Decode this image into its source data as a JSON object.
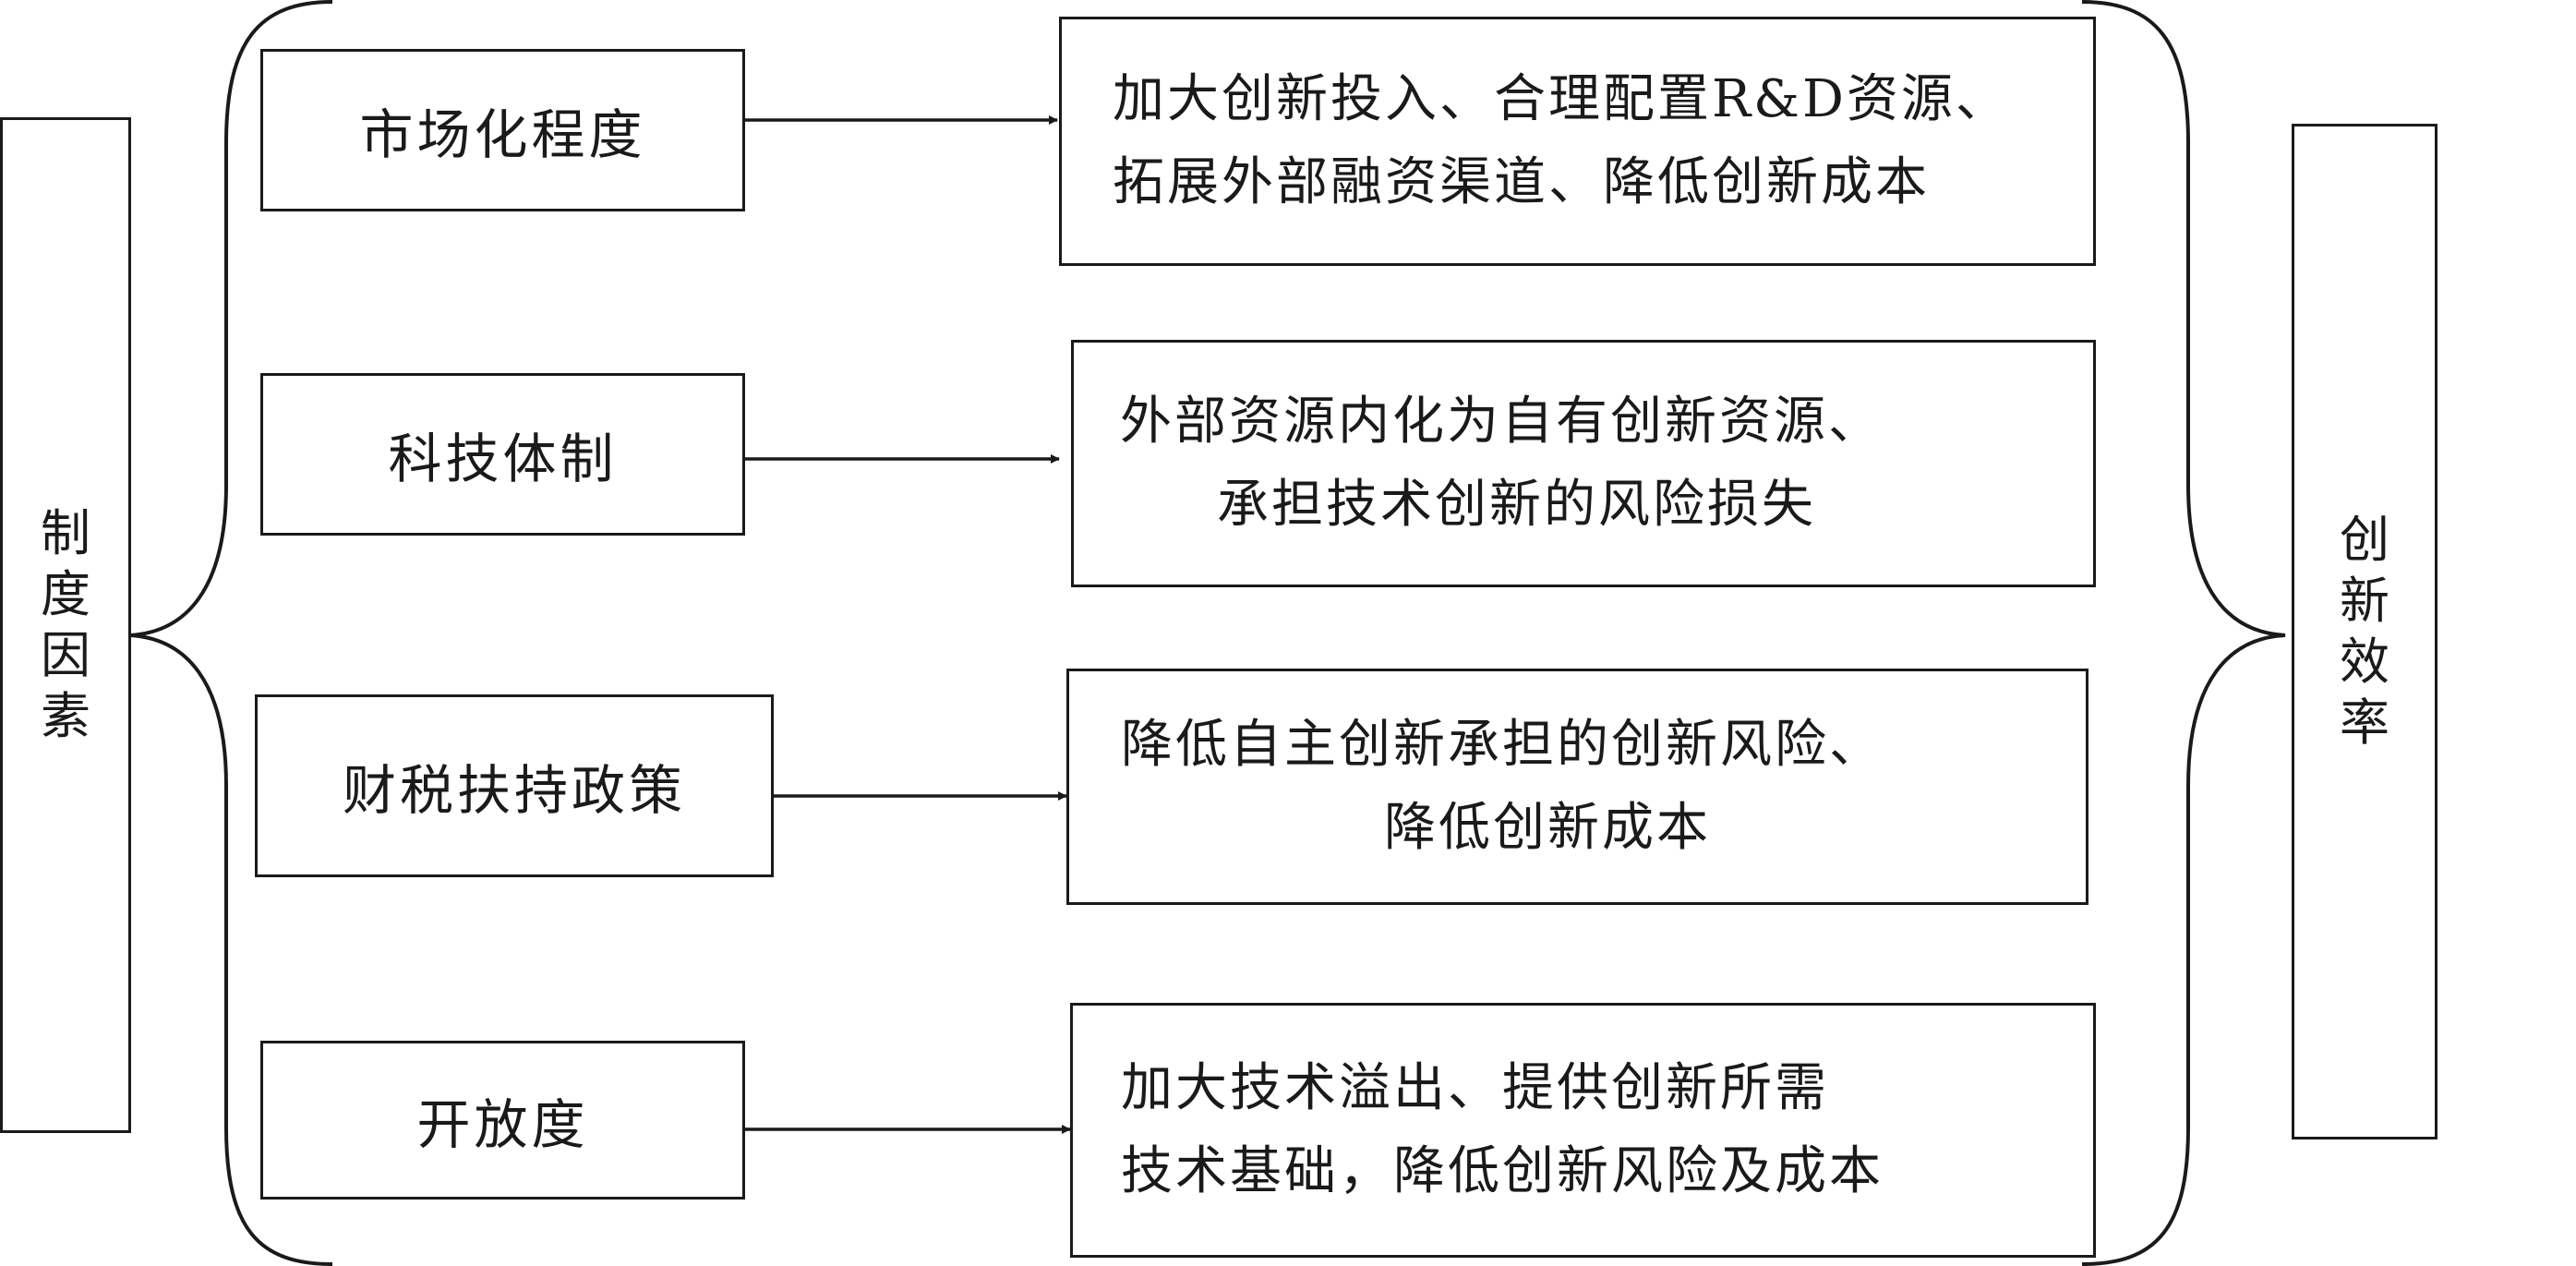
{
  "left_label": [
    "制",
    "度",
    "因",
    "素"
  ],
  "right_label": [
    "创",
    "新",
    "效",
    "率"
  ],
  "rows": [
    {
      "factor": "市场化程度",
      "effect_lines": [
        "加大创新投入、合理配置R&D资源、",
        "拓展外部融资渠道、降低创新成本"
      ]
    },
    {
      "factor": "科技体制",
      "effect_lines": [
        "外部资源内化为自有创新资源、",
        "承担技术创新的风险损失"
      ]
    },
    {
      "factor": "财税扶持政策",
      "effect_lines": [
        "降低自主创新承担的创新风险、",
        "降低创新成本"
      ]
    },
    {
      "factor": "开放度",
      "effect_lines": [
        "加大技术溢出、提供创新所需",
        "技术基础，降低创新风险及成本"
      ]
    }
  ]
}
